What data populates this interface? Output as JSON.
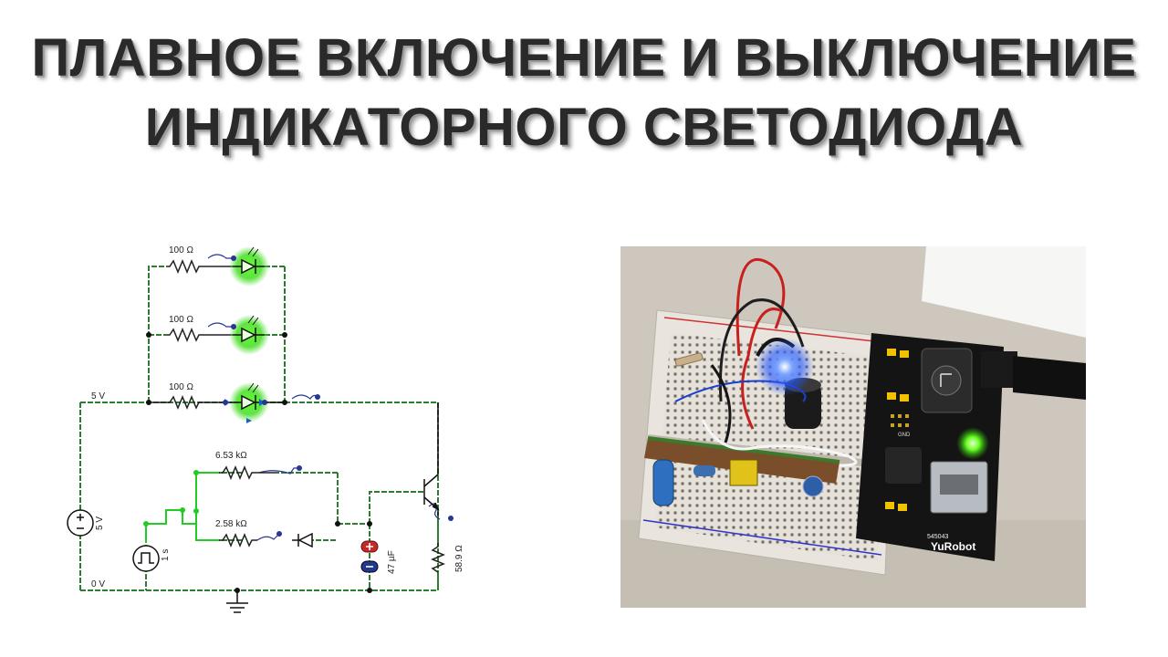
{
  "title": {
    "line1": "ПЛАВНОЕ ВКЛЮЧЕНИЕ И ВЫКЛЮЧЕНИЕ",
    "line2": "ИНДИКАТОРНОГО СВЕТОДИОДА"
  },
  "schematic": {
    "rail_top_label": "5 V",
    "rail_bottom_label": "0 V",
    "source_label": "5 V",
    "pulse_label": "1 s",
    "resistor_led_1": "100 Ω",
    "resistor_led_2": "100 Ω",
    "resistor_led_3": "100 Ω",
    "resistor_charge": "6.53 kΩ",
    "resistor_discharge": "2.58 kΩ",
    "capacitor_label": "47 µF",
    "resistor_emitter": "58.9 Ω",
    "colors": {
      "wire": "#2e7d32",
      "active_wire": "#22cc22",
      "led_glow": "#55ee22",
      "probe": "#283593"
    }
  },
  "photo": {
    "board_brand": "YuRobot",
    "board_code": "545043",
    "board_label_gnd": "GND",
    "icons": [
      "breadboard",
      "power-module",
      "blue-led",
      "green-led",
      "capacitor",
      "usb-port",
      "dc-jack"
    ]
  }
}
